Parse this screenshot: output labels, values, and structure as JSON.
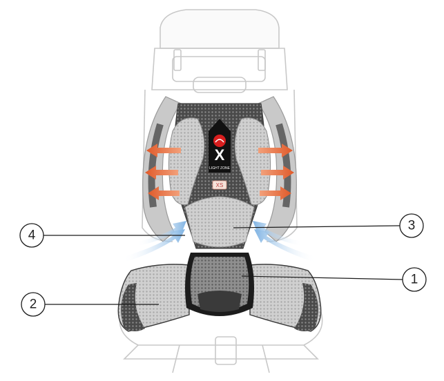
{
  "logo": {
    "letter": "X",
    "tagline": "LIGHT ZONE",
    "size_tag": "XS"
  },
  "callouts": [
    {
      "id": "c1",
      "number": "1"
    },
    {
      "id": "c2",
      "number": "2"
    },
    {
      "id": "c3",
      "number": "3"
    },
    {
      "id": "c4",
      "number": "4"
    }
  ],
  "colors": {
    "heat_arrow": "#e05a2a",
    "air_arrow": "#7fb3e3",
    "mesh_dark": "#555555",
    "mesh_light": "#bdbdbd",
    "outline": "#c8c8c8",
    "logo_red": "#d81e1e"
  }
}
